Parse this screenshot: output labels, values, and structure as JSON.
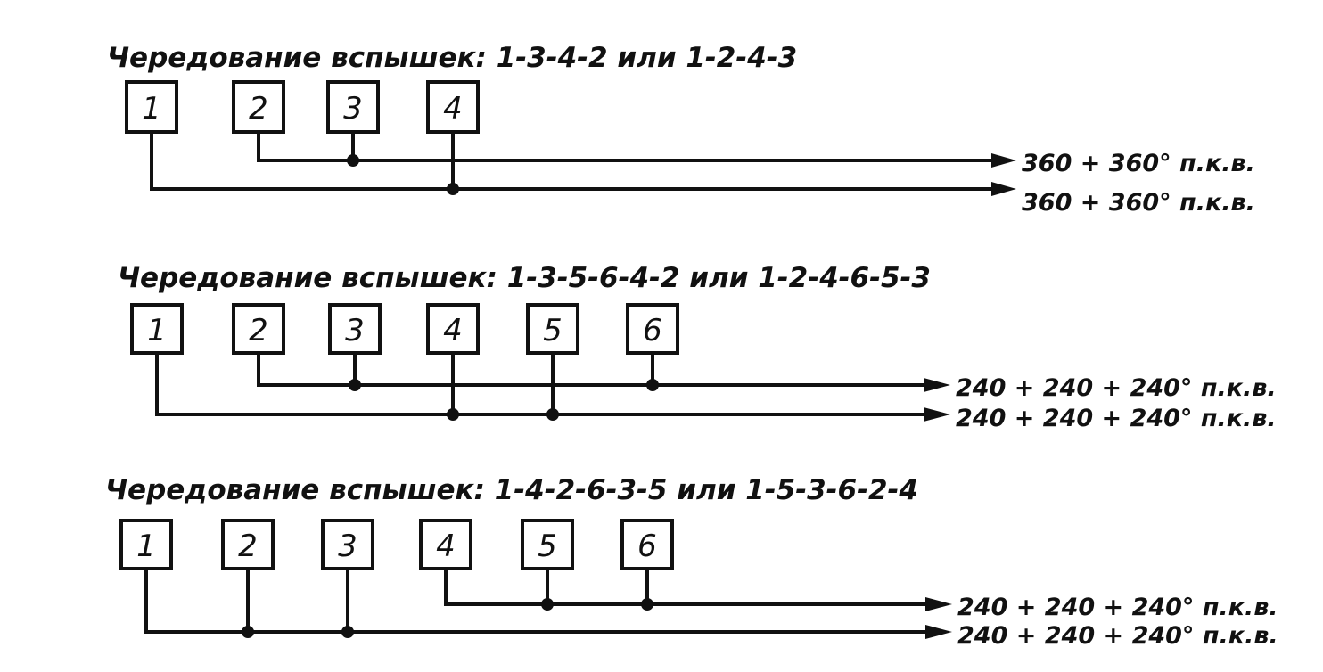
{
  "diagrams": [
    {
      "title": "Чередование вспышек: 1-3-4-2 или 1-2-4-3",
      "cylinders": [
        "1",
        "2",
        "3",
        "4"
      ],
      "lines": [
        {
          "label": "360 + 360° п.к.в."
        },
        {
          "label": "360 + 360° п.к.в."
        }
      ]
    },
    {
      "title": "Чередование вспышек: 1-3-5-6-4-2 или 1-2-4-6-5-3",
      "cylinders": [
        "1",
        "2",
        "3",
        "4",
        "5",
        "6"
      ],
      "lines": [
        {
          "label": "240 + 240 + 240° п.к.в."
        },
        {
          "label": "240 + 240 + 240° п.к.в."
        }
      ]
    },
    {
      "title": "Чередование вспышек: 1-4-2-6-3-5 или 1-5-3-6-2-4",
      "cylinders": [
        "1",
        "2",
        "3",
        "4",
        "5",
        "6"
      ],
      "lines": [
        {
          "label": "240 + 240 + 240° п.к.в."
        },
        {
          "label": "240 + 240 + 240° п.к.в."
        }
      ]
    }
  ]
}
